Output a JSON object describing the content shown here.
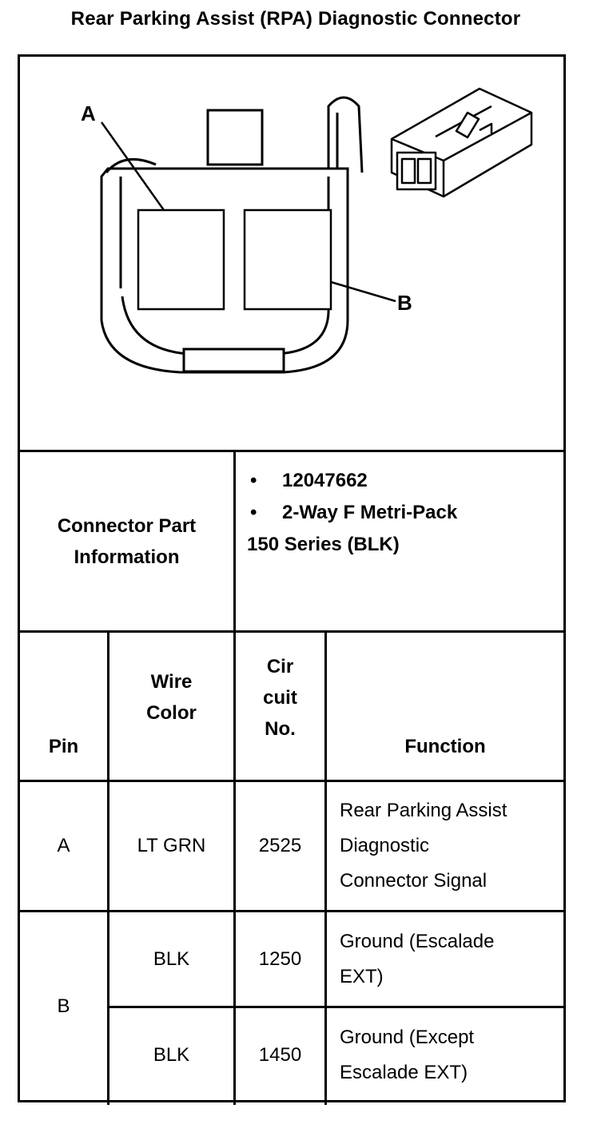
{
  "title": "Rear Parking Assist (RPA) Diagnostic Connector",
  "diagram": {
    "label_a": "A",
    "label_b": "B"
  },
  "part_info": {
    "label_line1": "Connector Part",
    "label_line2": "Information",
    "bullets": [
      "12047662",
      "2-Way F Metri-Pack"
    ],
    "continuation": "150 Series (BLK)"
  },
  "table": {
    "headers": {
      "pin": "Pin",
      "wire_color_line1": "Wire",
      "wire_color_line2": "Color",
      "circuit_line1": "Cir",
      "circuit_line2": "cuit",
      "circuit_line3": "No.",
      "function": "Function"
    },
    "rows": [
      {
        "pin": "A",
        "wire_color": "LT GRN",
        "circuit": "2525",
        "function_lines": [
          "Rear Parking Assist",
          "Diagnostic",
          "Connector Signal"
        ]
      },
      {
        "pin": "B",
        "wire_color": "BLK",
        "circuit": "1250",
        "function_lines": [
          "Ground (Escalade",
          "EXT)"
        ]
      },
      {
        "pin": "",
        "wire_color": "BLK",
        "circuit": "1450",
        "function_lines": [
          "Ground (Except",
          "Escalade EXT)"
        ]
      }
    ]
  }
}
